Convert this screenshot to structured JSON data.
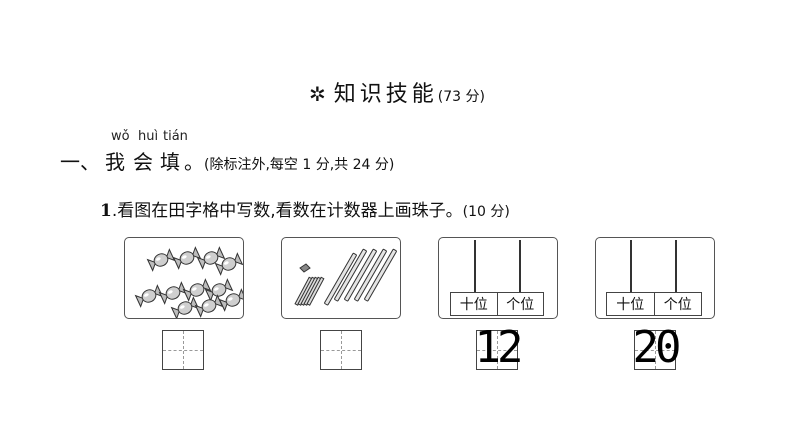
{
  "section": {
    "star": "✲",
    "title": "知识技能",
    "points": "(73 分)"
  },
  "heading": {
    "number": "一、",
    "pinyin": [
      "wǒ",
      "huì",
      "tián"
    ],
    "chars": [
      "我",
      "会",
      "填"
    ],
    "dot": "。",
    "note": "(除标注外,每空 1 分,共 24 分)"
  },
  "question1": {
    "number": "1",
    "text": ".看图在田字格中写数,看数在计数器上画珠子。",
    "points": "(10 分)"
  },
  "abacus": {
    "tens_label": "十位",
    "ones_label": "个位"
  },
  "written_numbers": [
    "12",
    "20"
  ],
  "colors": {
    "candy": "#c9c9c9",
    "stick": "#d9d9d9"
  }
}
